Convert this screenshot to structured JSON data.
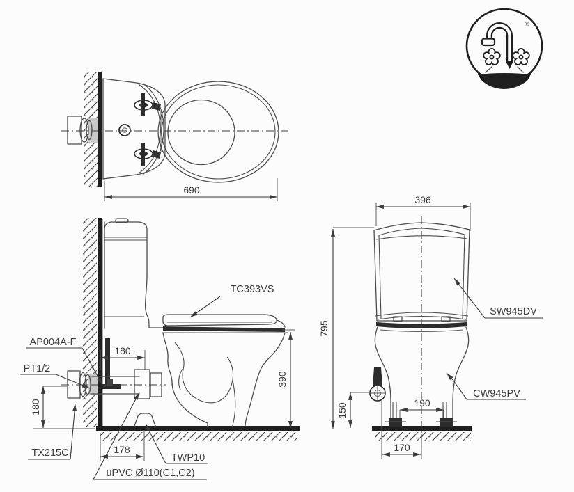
{
  "page": {
    "background": "#fcfcfc"
  },
  "drawing": {
    "labels": {
      "seat_lid": "TC393VS",
      "flush_pipe": "AP004A-F",
      "supply_thread": "PT1/2",
      "stop_valve": "TX215C",
      "drain_flange": "TWP10",
      "drain_pipe": "uPVC Ø110(C1,C2)",
      "tank": "SW945DV",
      "bowl": "CW945PV"
    },
    "dimensions": {
      "overall_depth": "690",
      "tank_width": "396",
      "overall_height": "795",
      "bowl_height": "390",
      "wall_to_pipe_end": "180",
      "pipe_center_height": "180",
      "wall_to_outlet": "178",
      "valve_center_height": "150",
      "bolt_spacing": "190",
      "valve_to_center": "170"
    },
    "logo": {
      "registered_mark": "®"
    },
    "colors": {
      "line": "#4b4b4b",
      "dark": "#1f1f1f",
      "text": "#3d3d3d",
      "background": "#fcfcfc"
    }
  }
}
